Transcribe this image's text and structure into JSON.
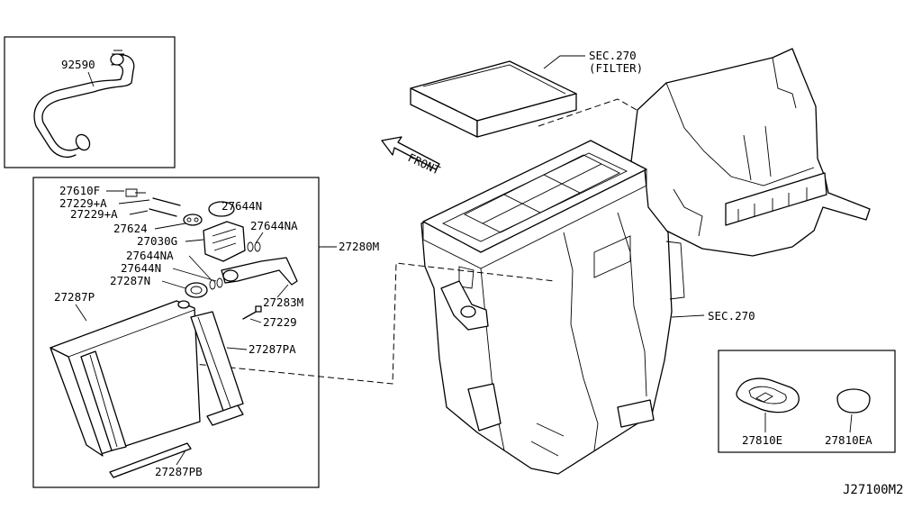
{
  "diagram_code": "J27100M2",
  "front_label": "FRONT",
  "callouts": {
    "hose": "92590",
    "filter_sec": "SEC.270",
    "filter_name": "(FILTER)",
    "unit_sec": "SEC.270",
    "p27610F": "27610F",
    "p27229A1": "27229+A",
    "p27229A2": "27229+A",
    "p27624": "27624",
    "p27030G": "27030G",
    "p27644N_1": "27644N",
    "p27644NA_1": "27644NA",
    "p27644NA_2": "27644NA",
    "p27644N_2": "27644N",
    "p27287N": "27287N",
    "p27287P": "27287P",
    "p27283M": "27283M",
    "p27229": "27229",
    "p27287PA": "27287PA",
    "p27287PB": "27287PB",
    "p27280M": "27280M",
    "p27810E": "27810E",
    "p27810EA": "27810EA"
  }
}
